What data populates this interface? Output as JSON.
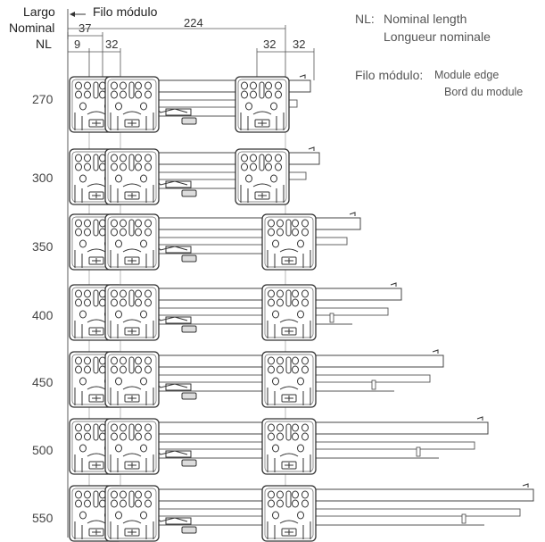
{
  "header": {
    "largo": "Largo",
    "nominal": "Nominal",
    "nl": "NL",
    "filo": "Filo módulo"
  },
  "dimensions": {
    "d37": "37",
    "d224": "224",
    "d9": "9",
    "d32a": "32",
    "d32b": "32",
    "d32c": "32"
  },
  "legend": {
    "nl_key": "NL:",
    "nl_en": "Nominal length",
    "nl_fr": "Longueur nominale",
    "filo_key": "Filo módulo:",
    "filo_en": "Module edge",
    "filo_fr": "Bord du module"
  },
  "rows": [
    {
      "label": "270"
    },
    {
      "label": "300"
    },
    {
      "label": "350"
    },
    {
      "label": "400"
    },
    {
      "label": "450"
    },
    {
      "label": "500"
    },
    {
      "label": "550"
    }
  ]
}
